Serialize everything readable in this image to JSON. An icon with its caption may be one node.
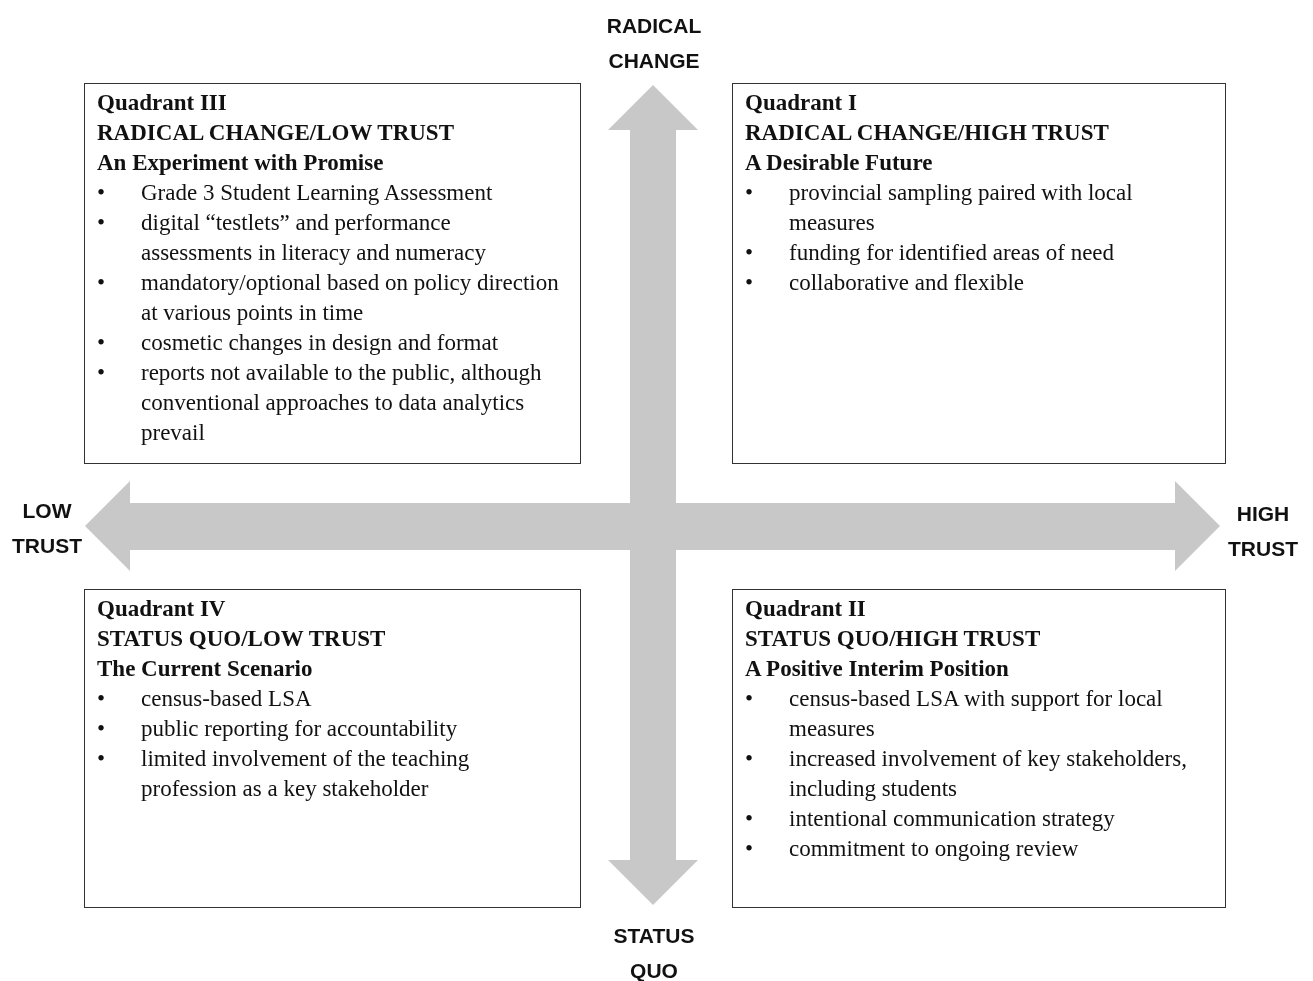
{
  "diagram": {
    "nodes": [
      {
        "text": [
          "Quadrant III",
          "RADICAL CHANGE/LOW TRUST",
          "An Experiment with Promise",
          "•\tGrade 3 Student Learning Assessment",
          "•\tdigital “testlets” and performance assessments in literacy and numeracy",
          "•\tmandatory/optional based on policy direction at various points in time",
          "•\tcosmetic changes in design and format",
          "•\treports not available to the public, although conventional approaches to data analytics prevail"
        ]
      },
      {
        "text": [
          "Quadrant I",
          "RADICAL CHANGE/HIGH TRUST",
          "A Desirable Future",
          "•\tprovincial sampling paired with local measures",
          "•\tfunding for identified areas of need",
          "•\tcollaborative and flexible"
        ]
      },
      {
        "text": [
          "Quadrant IV",
          "STATUS QUO/LOW TRUST",
          "The Current Scenario",
          "•\tcensus-based LSA",
          "•\tpublic reporting for accountability",
          "•\tlimited involvement of the teaching profession as a key stakeholder"
        ]
      },
      {
        "text": [
          "Quadrant II",
          "STATUS QUO/HIGH TRUST",
          "A Positive Interim Position",
          "•\tcensus-based LSA with support for local measures",
          "•\tincreased involvement of key stakeholders, including students",
          "•\tintentional communication strategy",
          "•\tcommitment to ongoing review"
        ]
      }
    ],
    "edges": [],
    "labels": [
      "RADICAL CHANGE",
      "LOW TRUST",
      "HIGH TRUST",
      "STATUS QUO"
    ]
  }
}
